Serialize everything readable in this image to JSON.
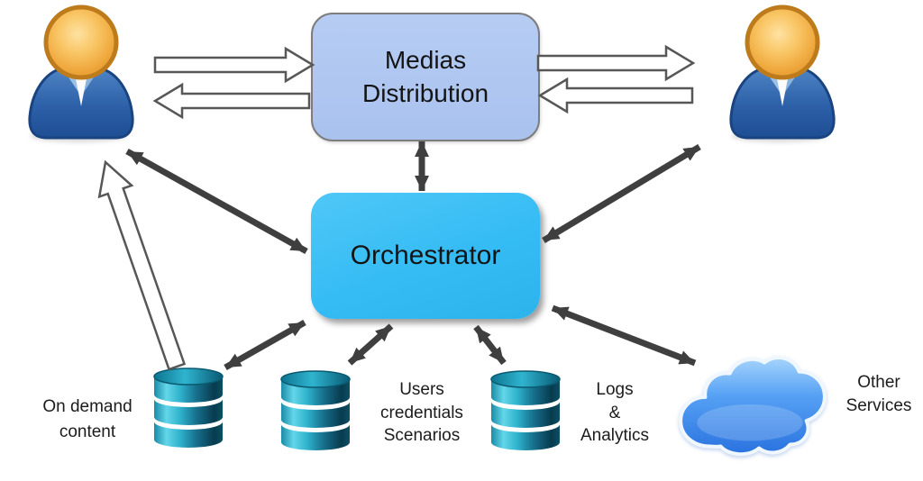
{
  "diagram": {
    "type": "architecture-diagram",
    "nodes": {
      "user_left": {
        "role": "user",
        "icon": "person-icon"
      },
      "user_right": {
        "role": "user",
        "icon": "person-icon"
      },
      "medias_distribution": {
        "label": "Medias\nDistribution"
      },
      "orchestrator": {
        "label": "Orchestrator"
      },
      "on_demand_content": {
        "label": "On demand\ncontent",
        "icon": "database-icon"
      },
      "users_credentials_scenarios": {
        "label": "Users\ncredentials\nScenarios",
        "icon": "database-icon"
      },
      "logs_analytics": {
        "label": "Logs\n&\nAnalytics",
        "icon": "database-icon"
      },
      "other_services": {
        "label": "Other\nServices",
        "icon": "cloud-icon"
      }
    },
    "edges": [
      {
        "from": "user_left",
        "to": "medias_distribution",
        "style": "white-outline-arrow",
        "direction": "one-way"
      },
      {
        "from": "medias_distribution",
        "to": "user_left",
        "style": "white-outline-arrow",
        "direction": "one-way"
      },
      {
        "from": "medias_distribution",
        "to": "user_right",
        "style": "white-outline-arrow",
        "direction": "one-way"
      },
      {
        "from": "user_right",
        "to": "medias_distribution",
        "style": "white-outline-arrow",
        "direction": "one-way"
      },
      {
        "from": "on_demand_content",
        "to": "user_left",
        "style": "white-outline-arrow",
        "direction": "one-way"
      },
      {
        "from": "medias_distribution",
        "to": "orchestrator",
        "style": "dark-arrow",
        "direction": "two-way"
      },
      {
        "from": "user_left",
        "to": "orchestrator",
        "style": "dark-arrow",
        "direction": "two-way"
      },
      {
        "from": "user_right",
        "to": "orchestrator",
        "style": "dark-arrow",
        "direction": "two-way"
      },
      {
        "from": "orchestrator",
        "to": "on_demand_content",
        "style": "dark-arrow",
        "direction": "two-way"
      },
      {
        "from": "orchestrator",
        "to": "users_credentials_scenarios",
        "style": "dark-arrow",
        "direction": "two-way"
      },
      {
        "from": "orchestrator",
        "to": "logs_analytics",
        "style": "dark-arrow",
        "direction": "two-way"
      },
      {
        "from": "orchestrator",
        "to": "other_services",
        "style": "dark-arrow",
        "direction": "two-way"
      }
    ],
    "colors": {
      "medias_box_fill": "#aec6f1",
      "medias_box_border": "#7d7d7d",
      "orchestrator_fill": "#35bcf4",
      "dark_arrow": "#3f3f3f",
      "outline_arrow_stroke": "#575757",
      "database_teal": "#1d93af",
      "cloud_blue": "#2d7ce8",
      "person_head_orange": "#efa83d",
      "person_body_blue": "#2c5fa7",
      "text": "#1c1c1c"
    }
  }
}
